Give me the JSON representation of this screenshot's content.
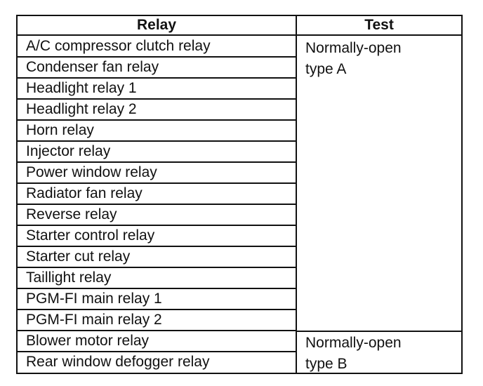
{
  "table": {
    "headers": [
      "Relay",
      "Test"
    ],
    "relays": [
      "A/C compressor clutch relay",
      "Condenser fan relay",
      "Headlight relay 1",
      "Headlight relay 2",
      "Horn relay",
      "Injector relay",
      "Power window relay",
      "Radiator fan relay",
      "Reverse relay",
      "Starter control relay",
      "Starter cut relay",
      "Taillight relay",
      "PGM-FI main relay 1",
      "PGM-FI main relay 2",
      "Blower motor relay",
      "Rear window defogger relay"
    ],
    "tests": [
      {
        "line1": "Normally-open",
        "line2": "type A"
      },
      {
        "line1": "Normally-open",
        "line2": "type B"
      }
    ]
  }
}
